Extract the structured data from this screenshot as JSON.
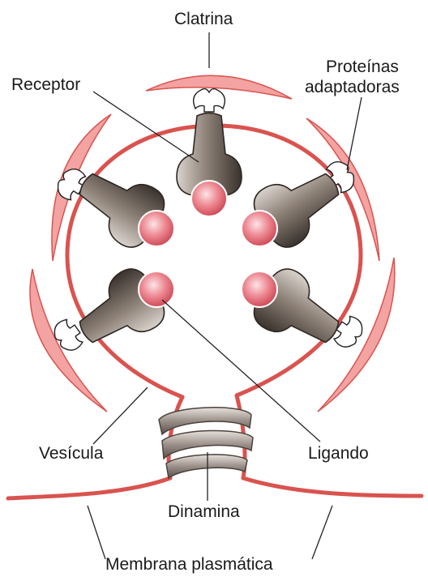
{
  "labels": {
    "clathrin": "Clatrina",
    "receptor": "Receptor",
    "adaptor_line1": "Proteínas",
    "adaptor_line2": "adaptadoras",
    "vesicle": "Vesícula",
    "ligand": "Ligando",
    "dynamin": "Dinamina",
    "membrane": "Membrana plasmática"
  },
  "colors": {
    "membrane": "#d9534f",
    "clathrin_fill": "#f3a3a1",
    "clathrin_stroke": "#d9534f",
    "receptor_dark": "#3f3733",
    "receptor_light": "#9a8f87",
    "ligand": "#e76e79",
    "dynamin": "#8a8079",
    "leader": "#222222"
  }
}
